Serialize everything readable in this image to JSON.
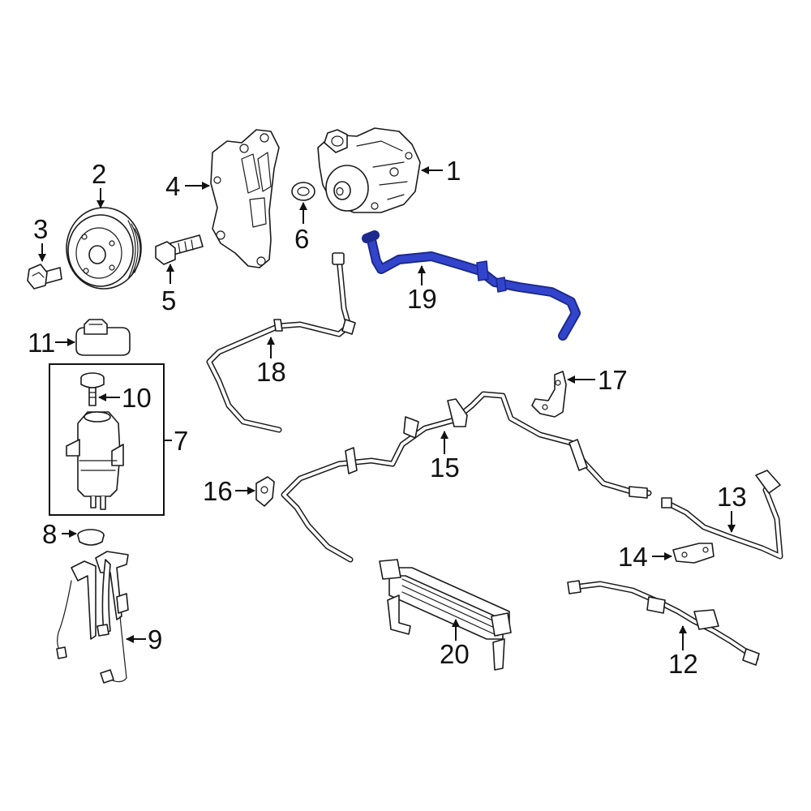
{
  "colors": {
    "highlight": "#3344cc",
    "highlight_outline": "#1b2a8c",
    "line": "#1a1a1a"
  },
  "highlighted_part": "19",
  "callouts": {
    "c1": "1",
    "c2": "2",
    "c3": "3",
    "c4": "4",
    "c5": "5",
    "c6": "6",
    "c7": "7",
    "c8": "8",
    "c9": "9",
    "c10": "10",
    "c11": "11",
    "c12": "12",
    "c13": "13",
    "c14": "14",
    "c15": "15",
    "c16": "16",
    "c17": "17",
    "c18": "18",
    "c19": "19",
    "c20": "20"
  }
}
